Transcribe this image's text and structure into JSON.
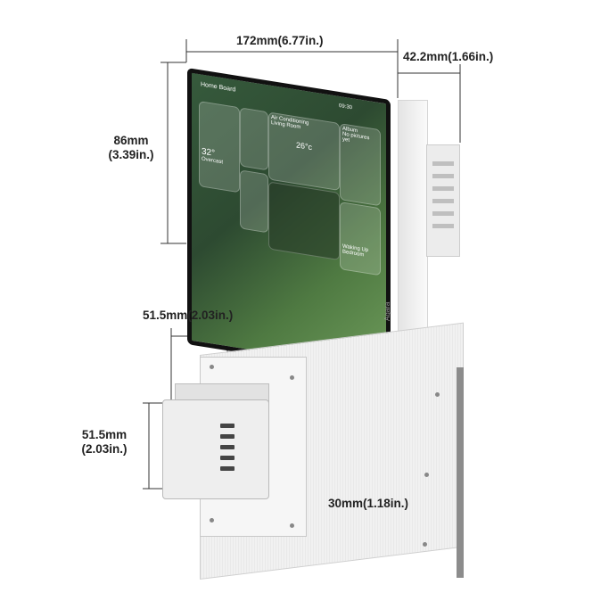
{
  "dimensions": {
    "width_top": "172mm(6.77in.)",
    "depth_top": "42.2mm(1.66in.)",
    "height_mm": "86mm",
    "height_in": "(3.39in.)",
    "box_width": "51.5mm(2.03in.)",
    "box_height_mm": "51.5mm",
    "box_height_in": "(2.03in.)",
    "box_depth": "30mm(1.18in.)"
  },
  "screen": {
    "title": "Home Board",
    "temp_weather": "32°",
    "weather_label": "Overcast",
    "ac_temp": "26°c",
    "ac_label": "Air Conditioning",
    "ac_room": "Living Room",
    "album_label": "Album",
    "album_sub": "No pictures yet",
    "scene_label": "Waking Up",
    "scene_room": "Bedroom",
    "time": "09:30"
  },
  "brand": "Aqara"
}
